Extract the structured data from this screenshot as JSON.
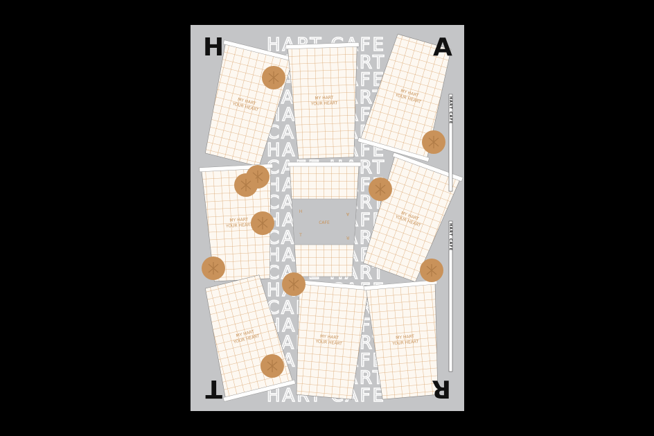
{
  "poster": {
    "brand": "HART CAFE",
    "pattern_words": [
      "HART CAFE",
      "CAFE HART"
    ],
    "corner_letters": {
      "top_left": "H",
      "top_right": "A",
      "bottom_left": "T",
      "bottom_right": "R"
    },
    "cup_slogan": [
      "MY HART",
      "YOUR HEART"
    ],
    "sleeve_letters": [
      "H",
      "A",
      "R",
      "T"
    ],
    "sleeve_small": "CAFE",
    "side_labels": [
      "HART CAFE",
      "HART CAFE"
    ],
    "colors": {
      "background": "#c4c5c7",
      "cup": "#fdf8f1",
      "grid": "#d9a36b",
      "cookie": "#c9925a",
      "frame": "#000000"
    }
  }
}
